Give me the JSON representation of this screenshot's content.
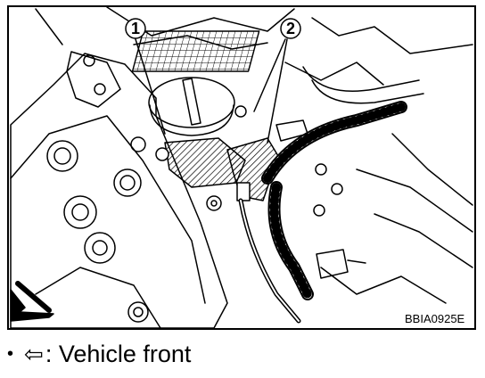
{
  "figure": {
    "callouts": [
      "1",
      "2"
    ],
    "reference_code": "BBIA0925E"
  },
  "legend": {
    "bullet": "•",
    "arrow_symbol": "⇦",
    "text": ": Vehicle front"
  }
}
